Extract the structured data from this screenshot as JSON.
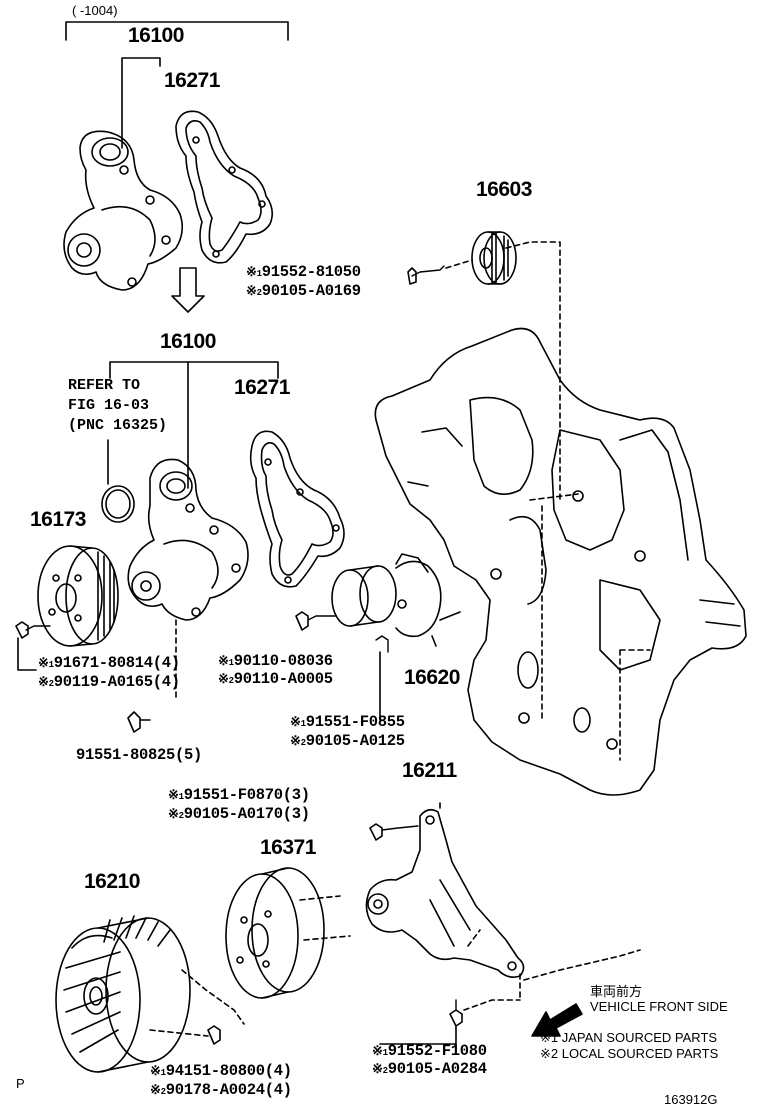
{
  "colors": {
    "line": "#000000",
    "background": "#ffffff"
  },
  "header": {
    "range": "(    -1004)"
  },
  "upper_group": {
    "assy": "16100",
    "gasket": "16271"
  },
  "lower_group": {
    "assy": "16100",
    "gasket": "16271"
  },
  "idler": {
    "pnc": "16603",
    "bolt_japan": "91552-81050",
    "bolt_local": "90105-A0169"
  },
  "refer": {
    "line1": "REFER TO",
    "line2": "FIG 16-03",
    "line3": "(PNC 16325)"
  },
  "pulley": {
    "pnc": "16173",
    "bolt_japan": "91671-80814(4)",
    "bolt_local": "90119-A0165(4)"
  },
  "pump_bolt": {
    "japan": "90110-08036",
    "local": "90110-A0005",
    "common": "91551-80825(5)"
  },
  "tensioner": {
    "pnc": "16620",
    "bolt_japan": "91551-F0855",
    "bolt_local": "90105-A0125"
  },
  "bracket": {
    "pnc": "16211",
    "bolt_japan": "91551-F0870(3)",
    "bolt_local": "90105-A0170(3)",
    "lower_bolt_japan": "91552-F1080",
    "lower_bolt_local": "90105-A0284"
  },
  "fan_pulley": {
    "pnc": "16371"
  },
  "fluid_coupling": {
    "pnc": "16210",
    "bolt_japan": "94151-80800(4)",
    "bolt_local": "90178-A0024(4)"
  },
  "direction": {
    "jp": "車両前方",
    "en": "VEHICLE FRONT SIDE"
  },
  "legend": {
    "mark1": "※1",
    "mark2": "※2",
    "japan": "JAPAN SOURCED PARTS",
    "local": "LOCAL SOURCED PARTS"
  },
  "footer": {
    "left": "P",
    "code": "163912G"
  }
}
